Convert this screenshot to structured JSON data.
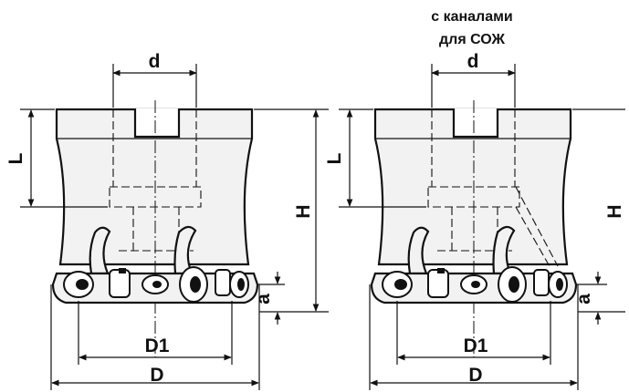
{
  "note": {
    "line1": "с каналами",
    "line2": "для СОЖ"
  },
  "views": [
    {
      "name": "without-coolant",
      "labels": {
        "d": "d",
        "L": "L",
        "H": "H",
        "a": "a",
        "D1": "D1",
        "D": "D"
      }
    },
    {
      "name": "with-coolant",
      "labels": {
        "d": "d",
        "L": "L",
        "H": "H",
        "a": "a",
        "D1": "D1",
        "D": "D"
      }
    }
  ]
}
